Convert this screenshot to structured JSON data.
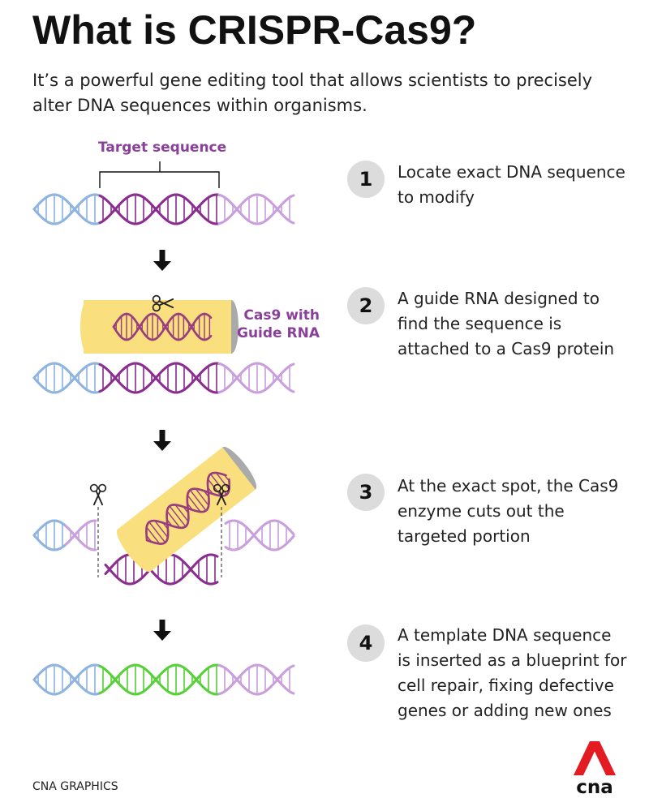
{
  "title": "What is CRISPR-Cas9?",
  "subtitle": "It’s a powerful gene editing tool that allows scientists to precisely alter DNA sequences within organisms.",
  "labels": {
    "target_sequence": "Target sequence",
    "cas9_line1": "Cas9 with",
    "cas9_line2": "Guide RNA"
  },
  "steps": [
    {
      "number": "1",
      "text": "Locate exact DNA sequence to modify"
    },
    {
      "number": "2",
      "text": "A guide RNA designed to find the sequence is attached to a Cas9 protein"
    },
    {
      "number": "3",
      "text": "At the exact spot, the Cas9 enzyme cuts out the targeted portion"
    },
    {
      "number": "4",
      "text": "A template DNA sequence is inserted as a blueprint for cell repair, fixing defective genes or adding new ones"
    }
  ],
  "credit": "CNA GRAPHICS",
  "logo_text": "cna",
  "colors": {
    "strand_blue": "#8fb4e0",
    "strand_lilac": "#c9a0dc",
    "strand_purple": "#8a2f8f",
    "strand_green": "#58d03a",
    "cas9_yellow": "#fadf7e",
    "cas9_grey": "#aaaaaa",
    "arrow": "#111111",
    "logo_red": "#e31b23"
  },
  "icons": [
    "scissors-icon",
    "down-arrow-icon",
    "cna-logo-icon"
  ]
}
